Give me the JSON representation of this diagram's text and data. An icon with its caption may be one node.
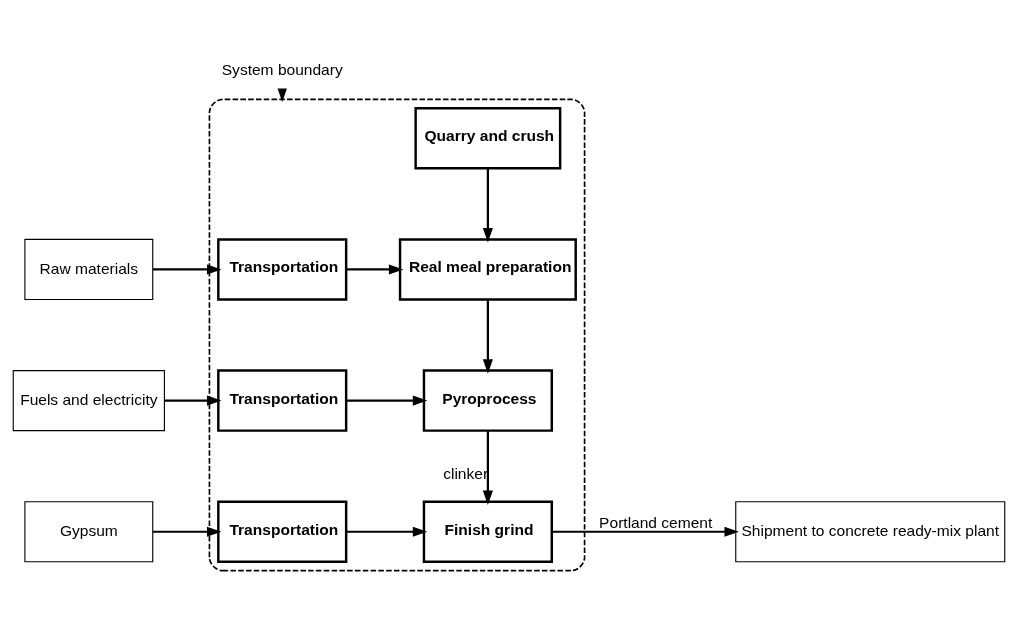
{
  "diagram": {
    "nodes": [
      {
        "text": [
          "System boundary"
        ]
      },
      {
        "text": [],
        "shape": "box"
      },
      {
        "text": [
          "Quarry and crush"
        ],
        "in": 1
      },
      {
        "text": [
          "Raw materials"
        ]
      },
      {
        "text": [
          "Transportation"
        ],
        "in": 1
      },
      {
        "text": [
          "Real meal preparation"
        ],
        "in": 1
      },
      {
        "text": [
          "Fuels and electricity"
        ]
      },
      {
        "text": [
          "Transportation"
        ],
        "in": 1
      },
      {
        "text": [
          "Pyroprocess"
        ],
        "in": 1
      },
      {
        "text": [
          "Gypsum"
        ]
      },
      {
        "text": [
          "Transportation"
        ],
        "in": 1
      },
      {
        "text": [
          "Finish grind"
        ],
        "in": 1
      },
      {
        "text": [
          "Shipment to concrete ready-mix plant"
        ]
      }
    ],
    "edges": [
      {
        "from": 0,
        "to": 1,
        "arrow": "to",
        "style": "dashed"
      },
      {
        "from": 3,
        "to": 4,
        "arrow": "to"
      },
      {
        "from": 4,
        "to": 5,
        "arrow": "to"
      },
      {
        "from": 2,
        "to": 5,
        "arrow": "to"
      },
      {
        "from": 5,
        "to": 8,
        "arrow": "to"
      },
      {
        "from": 6,
        "to": 7,
        "arrow": "to"
      },
      {
        "from": 7,
        "to": 8,
        "arrow": "to"
      },
      {
        "from": 8,
        "to": 11,
        "arrow": "to",
        "label": "clinker"
      },
      {
        "from": 9,
        "to": 10,
        "arrow": "to"
      },
      {
        "from": 10,
        "to": 11,
        "arrow": "to"
      },
      {
        "from": 11,
        "to": 12,
        "arrow": "to",
        "label": "Portland cement"
      }
    ]
  }
}
